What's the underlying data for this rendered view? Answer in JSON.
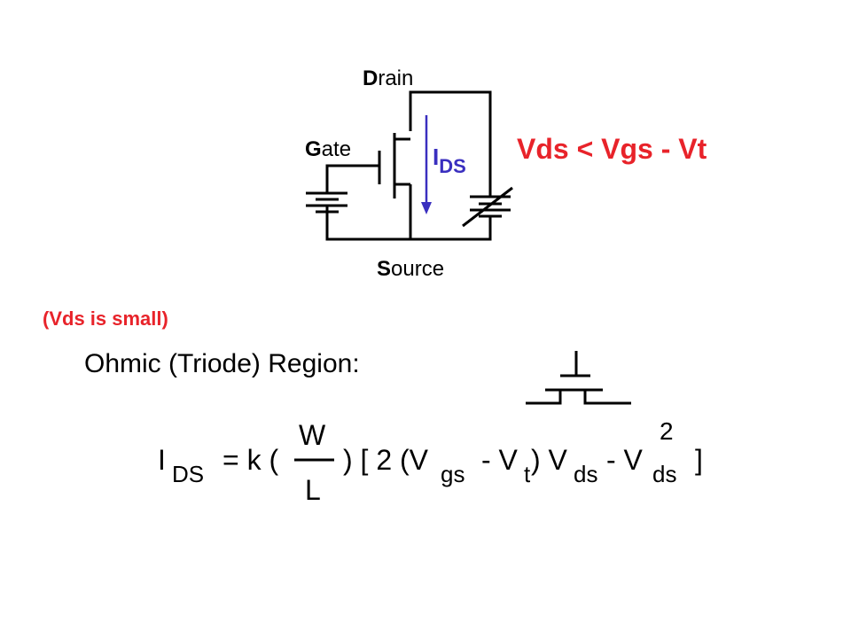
{
  "circuit": {
    "drain": {
      "initial": "D",
      "rest": "rain"
    },
    "gate": {
      "initial": "G",
      "rest": "ate"
    },
    "source": {
      "initial": "S",
      "rest": "ource"
    },
    "current_main": "I",
    "current_sub": "DS",
    "current_color": "#3a2fbf"
  },
  "condition": "Vds < Vgs - Vt",
  "condition_color": "#e8232a",
  "note": "(Vds is small)",
  "note_color": "#e8232a",
  "region_title": "Ohmic (Triode) Region:",
  "equation": {
    "i": "I",
    "i_sub": "DS",
    "part1": "= k (",
    "frac_num": "W",
    "frac_den": "L",
    "part2": ") [ 2 (V",
    "gs_sub": "gs",
    "part3": "- V",
    "t_sub": "t",
    "part4": ") V",
    "ds_sub1": "ds",
    "part5": "- V",
    "ds_sub2": "ds",
    "part6": "]",
    "exp": "2"
  }
}
